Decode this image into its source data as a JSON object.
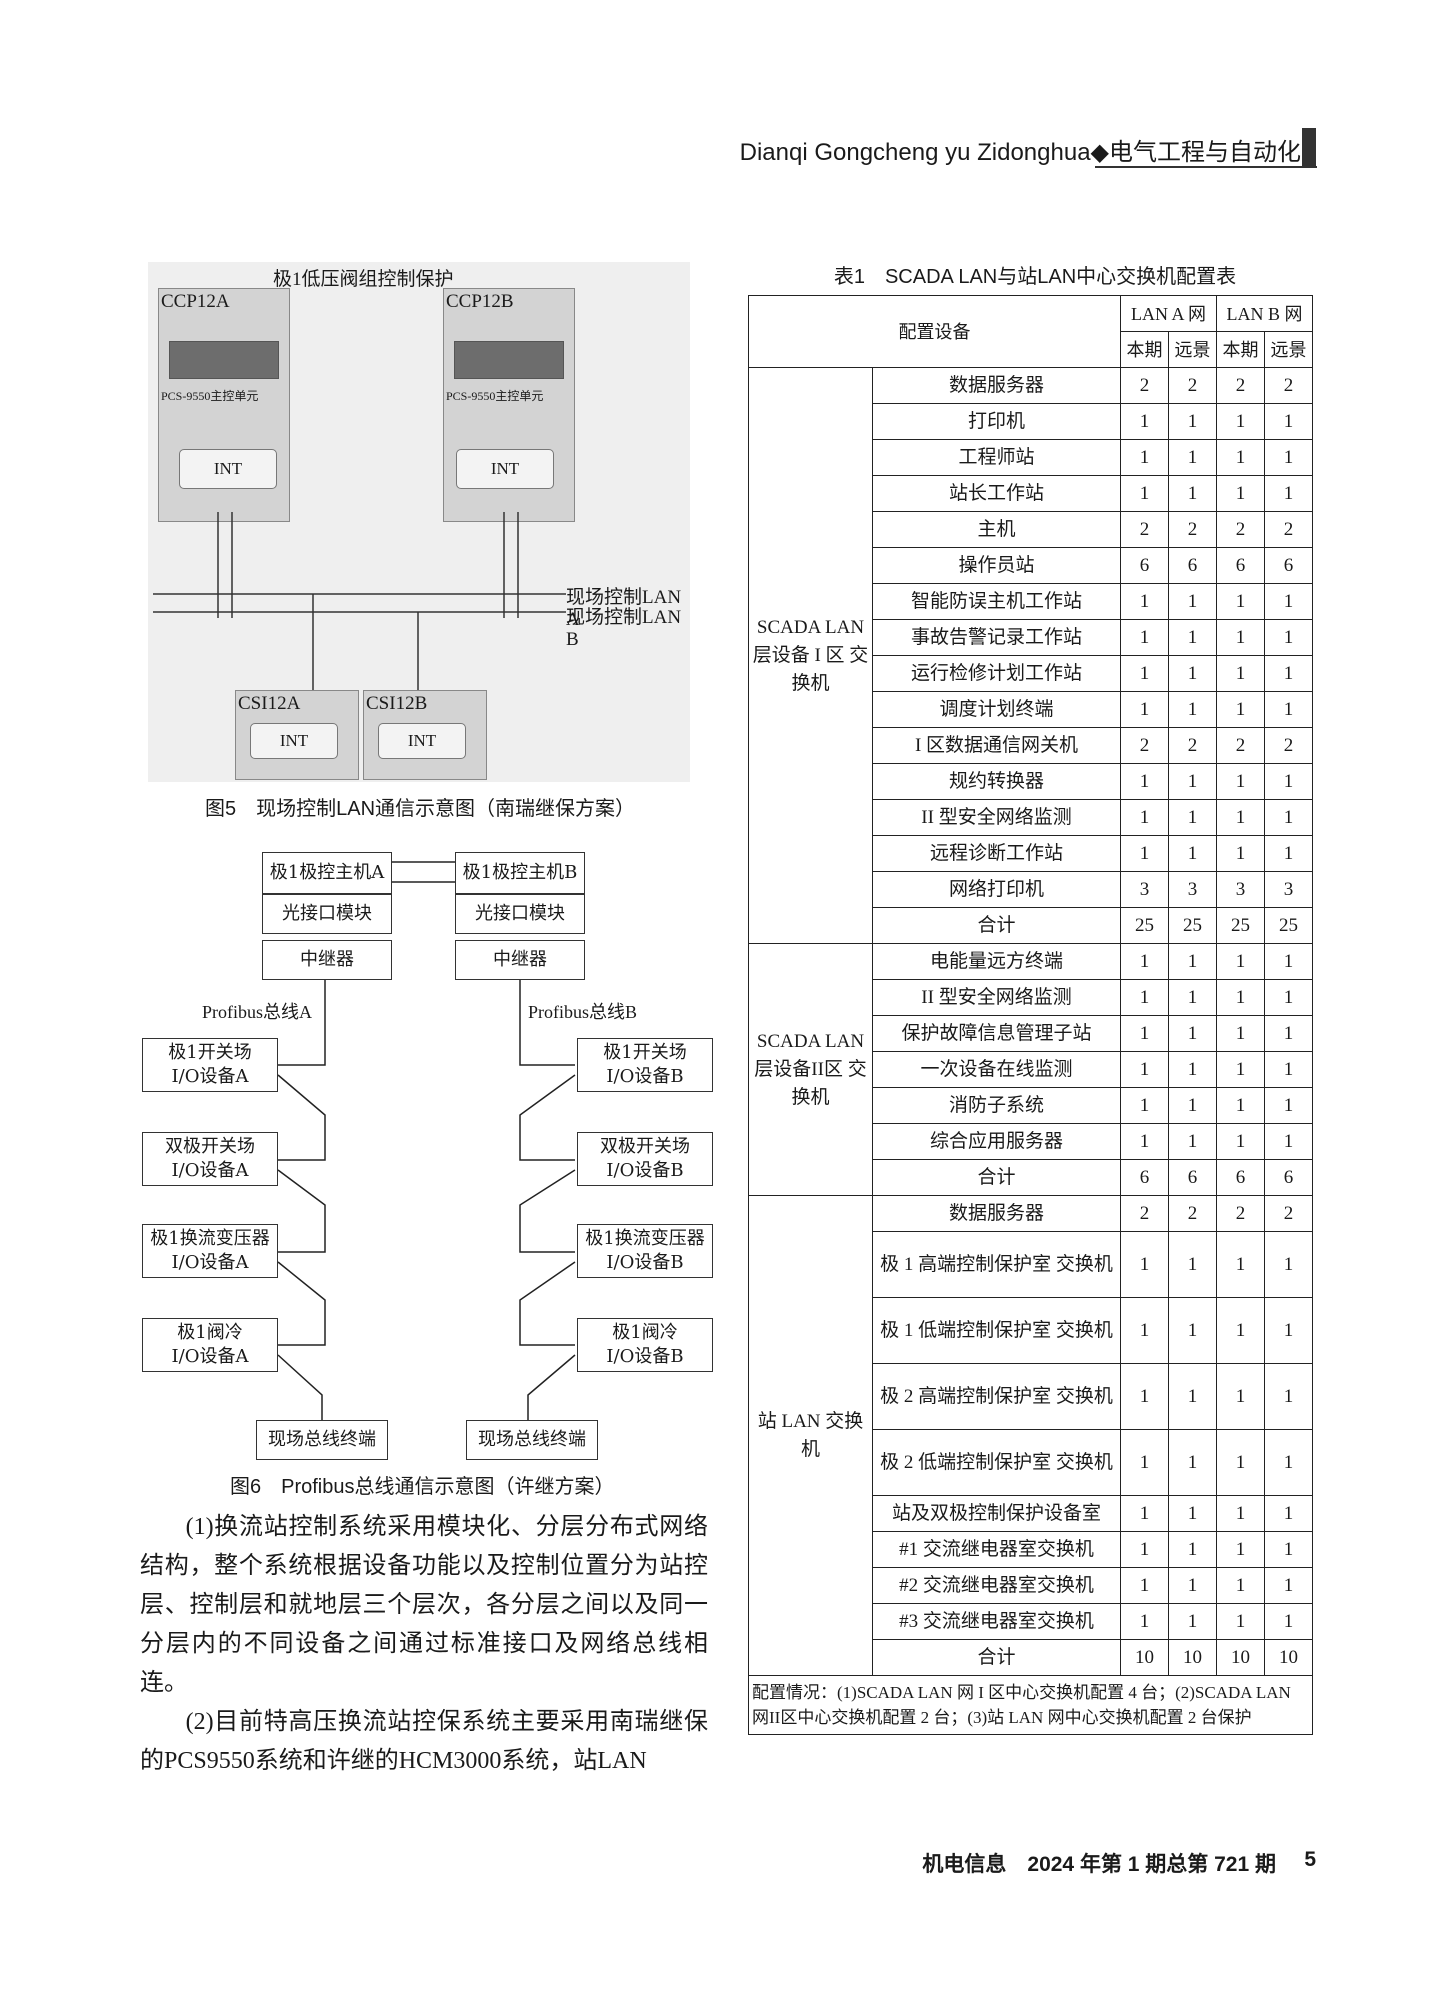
{
  "header": {
    "running_title": "Dianqi Gongcheng yu Zidonghua◆电气工程与自动化"
  },
  "figure5": {
    "title": "极1低压阀组控制保护",
    "panel_a": {
      "label": "CCP12A",
      "unit_label": "PCS-9550主控单元",
      "int": "INT"
    },
    "panel_b": {
      "label": "CCP12B",
      "unit_label": "PCS-9550主控单元",
      "int": "INT"
    },
    "lan_a": "现场控制LAN A",
    "lan_b": "现场控制LAN B",
    "csi_a": {
      "label": "CSI12A",
      "int": "INT"
    },
    "csi_b": {
      "label": "CSI12B",
      "int": "INT"
    },
    "caption": "图5　现场控制LAN通信示意图（南瑞继保方案）"
  },
  "figure6": {
    "host_a": "极1极控主机A",
    "host_b": "极1极控主机B",
    "optic_a": "光接口模块",
    "optic_b": "光接口模块",
    "repeater_a": "中继器",
    "repeater_b": "中继器",
    "bus_a": "Profibus总线A",
    "bus_b": "Profibus总线B",
    "devices_a": [
      {
        "l1": "极1开关场",
        "l2": "I/O设备A"
      },
      {
        "l1": "双极开关场",
        "l2": "I/O设备A"
      },
      {
        "l1": "极1换流变压器",
        "l2": "I/O设备A"
      },
      {
        "l1": "极1阀冷",
        "l2": "I/O设备A"
      }
    ],
    "devices_b": [
      {
        "l1": "极1开关场",
        "l2": "I/O设备B"
      },
      {
        "l1": "双极开关场",
        "l2": "I/O设备B"
      },
      {
        "l1": "极1换流变压器",
        "l2": "I/O设备B"
      },
      {
        "l1": "极1阀冷",
        "l2": "I/O设备B"
      }
    ],
    "terminal_a": "现场总线终端",
    "terminal_b": "现场总线终端",
    "caption": "图6　Profibus总线通信示意图（许继方案）"
  },
  "body": {
    "p1": "(1)换流站控制系统采用模块化、分层分布式网络结构，整个系统根据设备功能以及控制位置分为站控层、控制层和就地层三个层次，各分层之间以及同一分层内的不同设备之间通过标准接口及网络总线相连。",
    "p2": "(2)目前特高压换流站控保系统主要采用南瑞继保的PCS9550系统和许继的HCM3000系统，站LAN"
  },
  "table": {
    "title": "表1　SCADA LAN与站LAN中心交换机配置表",
    "header": {
      "config": "配置设备",
      "lan_a": "LAN A 网",
      "lan_b": "LAN B 网",
      "sub": [
        "本期",
        "远景",
        "本期",
        "远景"
      ]
    },
    "groups": [
      {
        "name": "SCADA LAN 层设备 I 区 交换机",
        "rows": [
          {
            "item": "数据服务器",
            "v": [
              "2",
              "2",
              "2",
              "2"
            ]
          },
          {
            "item": "打印机",
            "v": [
              "1",
              "1",
              "1",
              "1"
            ]
          },
          {
            "item": "工程师站",
            "v": [
              "1",
              "1",
              "1",
              "1"
            ]
          },
          {
            "item": "站长工作站",
            "v": [
              "1",
              "1",
              "1",
              "1"
            ]
          },
          {
            "item": "主机",
            "v": [
              "2",
              "2",
              "2",
              "2"
            ]
          },
          {
            "item": "操作员站",
            "v": [
              "6",
              "6",
              "6",
              "6"
            ]
          },
          {
            "item": "智能防误主机工作站",
            "v": [
              "1",
              "1",
              "1",
              "1"
            ]
          },
          {
            "item": "事故告警记录工作站",
            "v": [
              "1",
              "1",
              "1",
              "1"
            ]
          },
          {
            "item": "运行检修计划工作站",
            "v": [
              "1",
              "1",
              "1",
              "1"
            ]
          },
          {
            "item": "调度计划终端",
            "v": [
              "1",
              "1",
              "1",
              "1"
            ]
          },
          {
            "item": "I 区数据通信网关机",
            "v": [
              "2",
              "2",
              "2",
              "2"
            ]
          },
          {
            "item": "规约转换器",
            "v": [
              "1",
              "1",
              "1",
              "1"
            ]
          },
          {
            "item": "II 型安全网络监测",
            "v": [
              "1",
              "1",
              "1",
              "1"
            ]
          },
          {
            "item": "远程诊断工作站",
            "v": [
              "1",
              "1",
              "1",
              "1"
            ]
          },
          {
            "item": "网络打印机",
            "v": [
              "3",
              "3",
              "3",
              "3"
            ]
          },
          {
            "item": "合计",
            "v": [
              "25",
              "25",
              "25",
              "25"
            ]
          }
        ]
      },
      {
        "name": "SCADA LAN 层设备II区 交换机",
        "rows": [
          {
            "item": "电能量远方终端",
            "v": [
              "1",
              "1",
              "1",
              "1"
            ]
          },
          {
            "item": "II 型安全网络监测",
            "v": [
              "1",
              "1",
              "1",
              "1"
            ]
          },
          {
            "item": "保护故障信息管理子站",
            "v": [
              "1",
              "1",
              "1",
              "1"
            ]
          },
          {
            "item": "一次设备在线监测",
            "v": [
              "1",
              "1",
              "1",
              "1"
            ]
          },
          {
            "item": "消防子系统",
            "v": [
              "1",
              "1",
              "1",
              "1"
            ]
          },
          {
            "item": "综合应用服务器",
            "v": [
              "1",
              "1",
              "1",
              "1"
            ]
          },
          {
            "item": "合计",
            "v": [
              "6",
              "6",
              "6",
              "6"
            ]
          }
        ]
      },
      {
        "name": "站 LAN 交换机",
        "rows": [
          {
            "item": "数据服务器",
            "v": [
              "2",
              "2",
              "2",
              "2"
            ]
          },
          {
            "item": "极 1 高端控制保护室 交换机",
            "v": [
              "1",
              "1",
              "1",
              "1"
            ],
            "tall": true
          },
          {
            "item": "极 1 低端控制保护室 交换机",
            "v": [
              "1",
              "1",
              "1",
              "1"
            ],
            "tall": true
          },
          {
            "item": "极 2 高端控制保护室 交换机",
            "v": [
              "1",
              "1",
              "1",
              "1"
            ],
            "tall": true
          },
          {
            "item": "极 2 低端控制保护室 交换机",
            "v": [
              "1",
              "1",
              "1",
              "1"
            ],
            "tall": true
          },
          {
            "item": "站及双极控制保护设备室",
            "v": [
              "1",
              "1",
              "1",
              "1"
            ]
          },
          {
            "item": "#1 交流继电器室交换机",
            "v": [
              "1",
              "1",
              "1",
              "1"
            ]
          },
          {
            "item": "#2 交流继电器室交换机",
            "v": [
              "1",
              "1",
              "1",
              "1"
            ]
          },
          {
            "item": "#3 交流继电器室交换机",
            "v": [
              "1",
              "1",
              "1",
              "1"
            ]
          },
          {
            "item": "合计",
            "v": [
              "10",
              "10",
              "10",
              "10"
            ]
          }
        ]
      }
    ],
    "note": "配置情况：(1)SCADA LAN 网 I 区中心交换机配置 4 台；(2)SCADA LAN 网II区中心交换机配置 2 台；(3)站 LAN 网中心交换机配置 2 台保护"
  },
  "footer": {
    "journal": "机电信息　2024 年第 1 期总第 721 期",
    "page": "5"
  }
}
